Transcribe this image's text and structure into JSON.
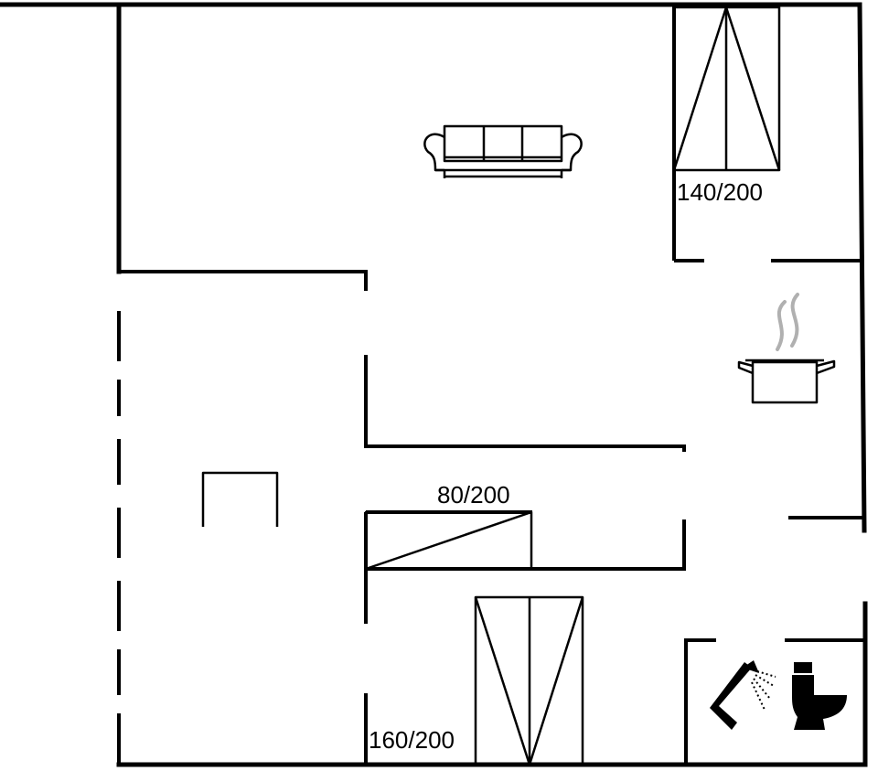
{
  "beds": [
    {
      "id": "bed-140",
      "size_label": "140/200"
    },
    {
      "id": "bed-80",
      "size_label": "80/200"
    },
    {
      "id": "bed-160",
      "size_label": "160/200"
    }
  ],
  "icons": {
    "sofa": "sofa-icon",
    "pot": "cooking-pot-icon",
    "table": "table-icon",
    "shower": "shower-icon",
    "toilet": "toilet-icon"
  },
  "colors": {
    "wall": "#000000",
    "background": "#ffffff",
    "steam": "#b0b0b0"
  }
}
